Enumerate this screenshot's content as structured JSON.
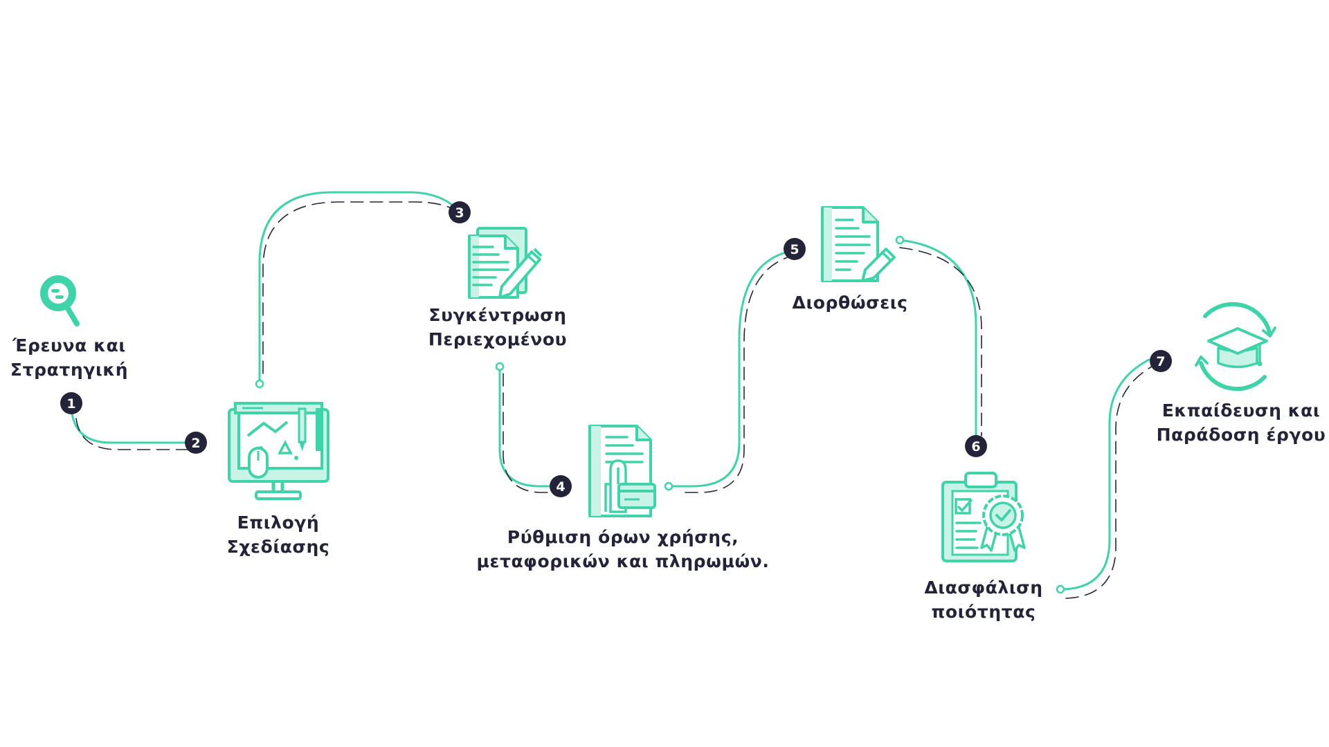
{
  "colors": {
    "accent": "#3fd3a9",
    "accent_light": "#c9f3e7",
    "dark": "#23243a",
    "background": "#ffffff"
  },
  "steps": [
    {
      "number": "1",
      "label": [
        "Έρευνα και",
        "Στρατηγική"
      ],
      "icon": "magnifier-icon"
    },
    {
      "number": "2",
      "label": [
        "Επιλογή",
        "Σχεδίασης"
      ],
      "icon": "design-monitor-icon"
    },
    {
      "number": "3",
      "label": [
        "Συγκέντρωση",
        "Περιεχομένου"
      ],
      "icon": "documents-pen-icon"
    },
    {
      "number": "4",
      "label": [
        "Ρύθμιση όρων χρήσης,",
        "μεταφορικών και πληρωμών."
      ],
      "icon": "document-payment-icon"
    },
    {
      "number": "5",
      "label": [
        "Διορθώσεις"
      ],
      "icon": "document-edit-icon"
    },
    {
      "number": "6",
      "label": [
        "Διασφάλιση",
        "ποιότητας"
      ],
      "icon": "quality-clipboard-icon"
    },
    {
      "number": "7",
      "label": [
        "Εκπαίδευση και",
        "Παράδοση έργου"
      ],
      "icon": "graduation-cycle-icon"
    }
  ]
}
